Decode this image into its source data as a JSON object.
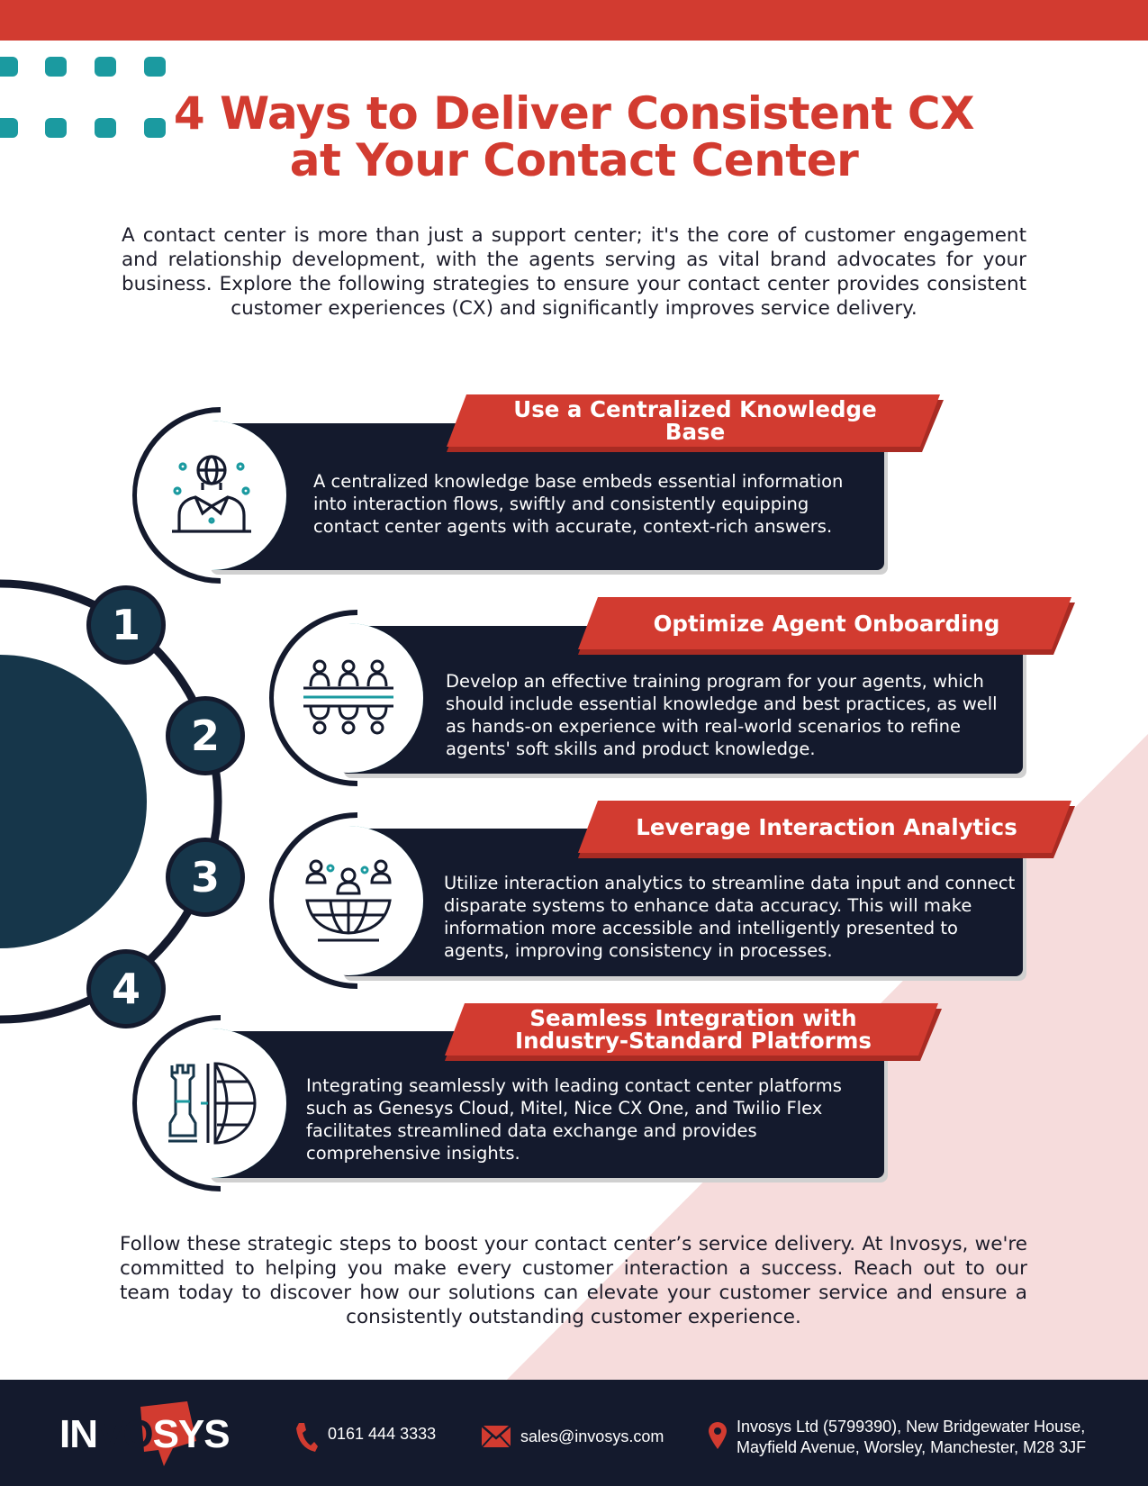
{
  "title": "4 Ways to Deliver Consistent CX at Your Contact Center",
  "intro": "A contact center is more than just a support center; it's the core of customer engagement and relationship development, with the agents serving as vital brand advocates for your business. Explore the following strategies to ensure your contact center provides consistent customer experiences (CX) and significantly improves service delivery.",
  "steps": [
    {
      "number": "1",
      "heading": "Use a Centralized Knowledge Base",
      "text": "A centralized knowledge base embeds essential information into interaction flows, swiftly and consistently equipping contact center agents with accurate, context-rich answers.",
      "icon": "globe-agent-icon"
    },
    {
      "number": "2",
      "heading": "Optimize Agent Onboarding",
      "text": "Develop an effective training program for your agents, which should include essential knowledge and best practices, as well as hands-on experience with real-world scenarios to refine agents' soft skills and product knowledge.",
      "icon": "team-meeting-icon"
    },
    {
      "number": "3",
      "heading": "Leverage Interaction Analytics",
      "text": "Utilize interaction analytics to streamline data input and connect disparate systems to enhance data accuracy. This will make information more accessible and intelligently presented to agents, improving consistency in processes.",
      "icon": "global-network-icon"
    },
    {
      "number": "4",
      "heading": "Seamless Integration with Industry-Standard Platforms",
      "text": "Integrating seamlessly with leading contact center platforms such as Genesys Cloud, Mitel, Nice CX One, and Twilio Flex facilitates streamlined data exchange and provides comprehensive insights.",
      "icon": "chess-globe-icon"
    }
  ],
  "outro": "Follow these strategic steps to boost your contact center’s service delivery. At Invosys, we're committed to helping you make every customer interaction a success. Reach out to our team today to discover how our solutions can elevate your customer service and ensure a consistently outstanding customer experience.",
  "footer": {
    "logo_prefix": "IN",
    "logo_middle": "VO",
    "logo_suffix": "SYS",
    "phone": "0161 444 3333",
    "email": "sales@invosys.com",
    "address_line1": "Invosys Ltd (5799390), New Bridgewater House,",
    "address_line2": "Mayfield Avenue, Worsley, Manchester, M28 3JF"
  },
  "colors": {
    "accent_red": "#d23b30",
    "navy": "#141a2d",
    "teal": "#1b9aa0",
    "pink_bg": "#f6dcdc"
  }
}
